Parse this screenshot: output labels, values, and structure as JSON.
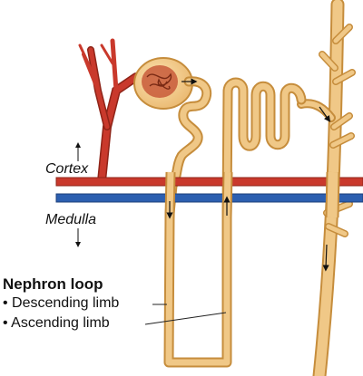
{
  "labels": {
    "cortex": "Cortex",
    "medulla": "Medulla",
    "loop_heading": "Nephron loop",
    "descending": "• Descending limb",
    "ascending": "• Ascending limb"
  },
  "colors": {
    "tubule_fill": "#f0c887",
    "tubule_outline": "#c68d3c",
    "artery": "#c9392c",
    "vein": "#2c5fb0",
    "leader_line": "#222222",
    "glomerulus": "#b84a30"
  }
}
